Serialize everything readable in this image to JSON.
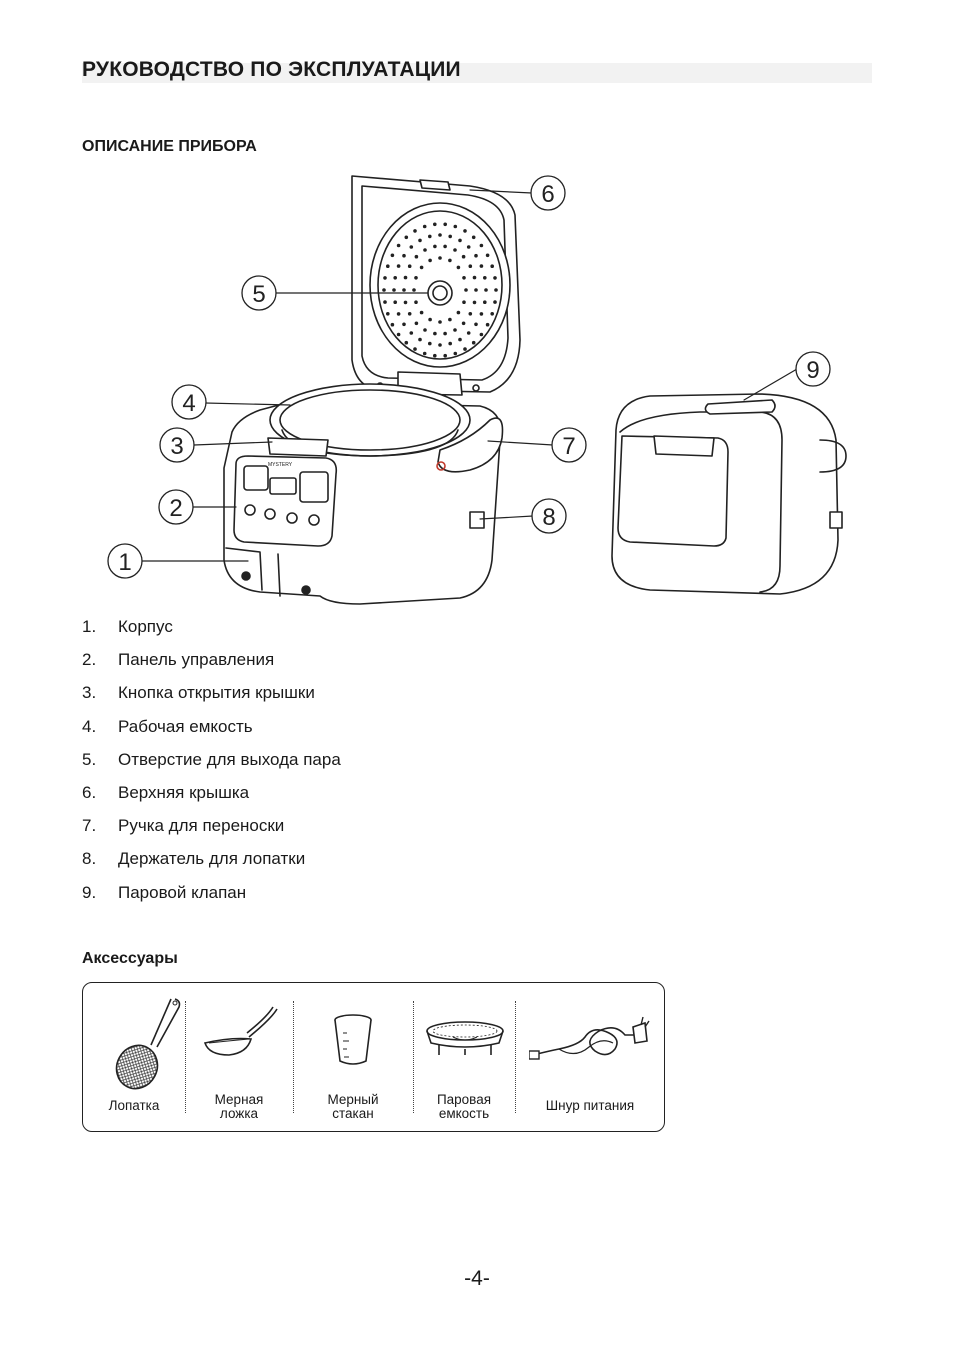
{
  "header": {
    "title": "РУКОВОДСТВО ПО ЭКСПЛУАТАЦИИ"
  },
  "device_section": {
    "title": "ОПИСАНИЕ ПРИБОРА",
    "callouts": [
      "1",
      "2",
      "3",
      "4",
      "5",
      "6",
      "7",
      "8",
      "9"
    ],
    "brand_text": "MYSTERY"
  },
  "parts": [
    {
      "num": "1.",
      "label": "Корпус"
    },
    {
      "num": "2.",
      "label": "Панель управления"
    },
    {
      "num": "3.",
      "label": "Кнопка открытия крышки"
    },
    {
      "num": "4.",
      "label": "Рабочая емкость"
    },
    {
      "num": "5.",
      "label": "Отверстие для выхода пара"
    },
    {
      "num": "6.",
      "label": "Верхняя крышка"
    },
    {
      "num": "7.",
      "label": "Ручка для переноски"
    },
    {
      "num": "8.",
      "label": "Держатель для лопатки"
    },
    {
      "num": "9.",
      "label": "Паровой клапан"
    }
  ],
  "accessories": {
    "title": "Аксессуары",
    "items": [
      {
        "label": "Лопатка",
        "icon": "spatula-icon"
      },
      {
        "label": "Мерная\nложка",
        "icon": "ladle-icon"
      },
      {
        "label": "Мерный\nстакан",
        "icon": "measuring-cup-icon"
      },
      {
        "label": "Паровая\nемкость",
        "icon": "steam-basket-icon"
      },
      {
        "label": "Шнур питания",
        "icon": "power-cord-icon"
      }
    ]
  },
  "footer": {
    "page_number": "-4-"
  }
}
